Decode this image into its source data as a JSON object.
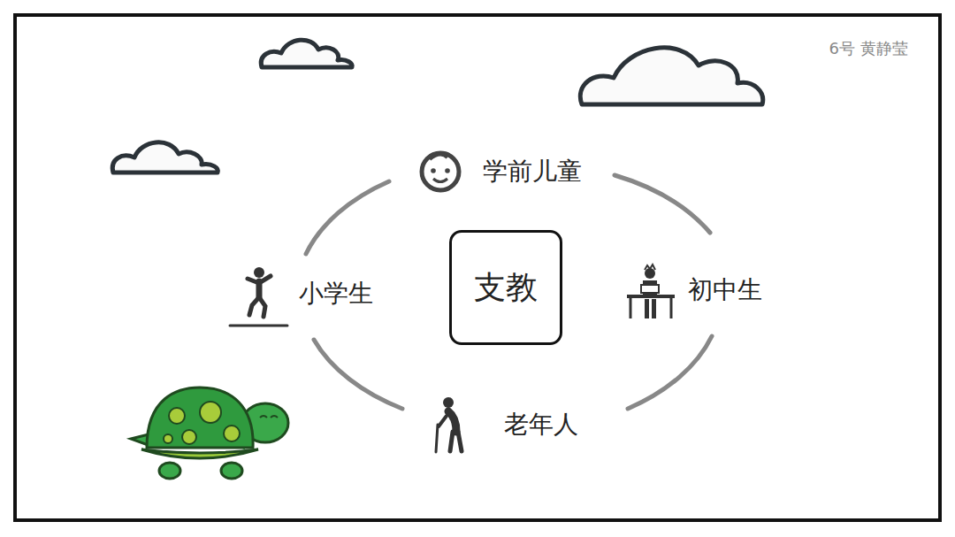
{
  "diagram": {
    "nodes": [
      {
        "text": [
          "支教"
        ]
      }
    ],
    "labels": [
      "6号 黄静莹",
      "学前儿童",
      "小学生",
      "初中生",
      "老年人"
    ]
  }
}
